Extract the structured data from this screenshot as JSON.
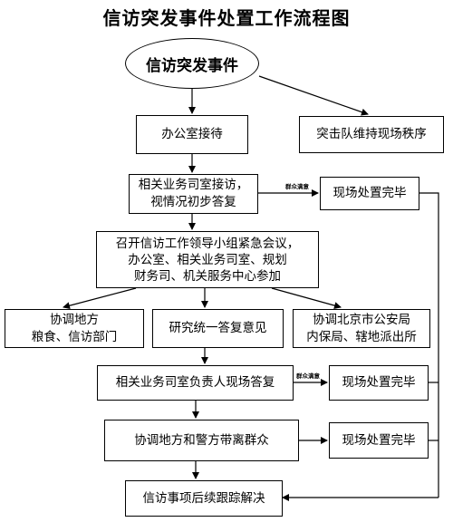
{
  "title": "信访突发事件处置工作流程图",
  "nodes": {
    "start": "信访突发事件",
    "office": "办公室接待",
    "police_team": "突击队维持现场秩序",
    "dept_reception": "相关业务司室接访，\n视情况初步答复",
    "done1": "现场处置完毕",
    "meeting": "召开信访工作领导小组紧急会议，\n办公室、相关业务司室、规划\n财务司、机关服务中心参加",
    "coord_local": "协调地方\n粮食、信访部门",
    "study": "研究统一答复意见",
    "coord_police": "协调北京市公安局\n内保局、辖地派出所",
    "dept_head_reply": "相关业务司室负责人现场答复",
    "done2": "现场处置完毕",
    "coord_remove": "协调地方和警方带离群众",
    "done3": "现场处置完毕",
    "follow_up": "信访事项后续跟踪解决"
  },
  "edge_labels": {
    "resolved_1": "群众满意",
    "resolved_2": "群众满意"
  }
}
